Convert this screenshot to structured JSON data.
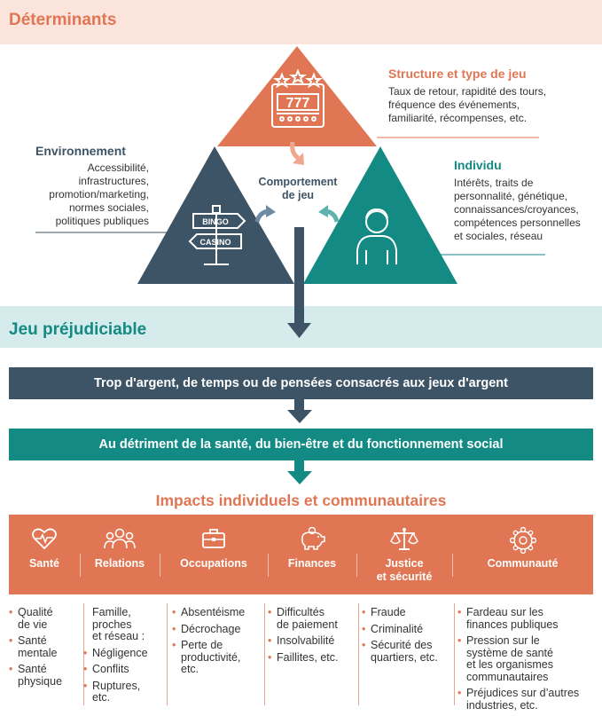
{
  "header": {
    "title": "Déterminants"
  },
  "triangle": {
    "center_label": "Comportement\nde jeu",
    "slot_reels": "777"
  },
  "structure": {
    "title": "Structure et type de jeu",
    "text": "Taux de retour, rapidité des tours,\nfréquence des événements,\nfamiliarité, récompenses, etc."
  },
  "environment": {
    "title": "Environnement",
    "text": "Accessibilité,\ninfrastructures,\npromotion/marketing,\nnormes sociales,\npolitiques publiques",
    "sign_top": "BINGO",
    "sign_bottom": "CASINO"
  },
  "individual": {
    "title": "Individu",
    "text": "Intérêts, traits de\npersonnalité, génétique,\nconnaissances/croyances,\ncompétences personnelles\net sociales, réseau"
  },
  "harmful": {
    "title": "Jeu préjudiciable"
  },
  "bar1": {
    "text": "Trop d'argent, de temps ou de pensées consacrés aux jeux d'argent"
  },
  "bar2": {
    "text": "Au détriment de la santé, du bien-être et du fonctionnement social"
  },
  "impacts": {
    "title": "Impacts individuels et communautaires",
    "categories": [
      {
        "label": "Santé",
        "icon": "heart-pulse-icon"
      },
      {
        "label": "Relations",
        "icon": "people-group-icon"
      },
      {
        "label": "Occupations",
        "icon": "briefcase-icon"
      },
      {
        "label": "Finances",
        "icon": "piggy-bank-icon"
      },
      {
        "label": "Justice\net sécurité",
        "icon": "scales-icon"
      },
      {
        "label": "Communauté",
        "icon": "community-network-icon"
      }
    ],
    "columns": [
      {
        "intro": "",
        "items": [
          "Qualité\nde vie",
          "Santé\nmentale",
          "Santé\nphysique"
        ]
      },
      {
        "intro": "Famille,\nproches\net réseau :",
        "items": [
          "Négligence",
          "Conflits",
          "Ruptures,\netc."
        ]
      },
      {
        "intro": "",
        "items": [
          "Absentéisme",
          "Décrochage",
          "Perte de\nproductivité,\netc."
        ]
      },
      {
        "intro": "",
        "items": [
          "Difficultés\nde paiement",
          "Insolvabilité",
          "Faillites, etc."
        ]
      },
      {
        "intro": "",
        "items": [
          "Fraude",
          "Criminalité",
          "Sécurité des\nquartiers, etc."
        ]
      },
      {
        "intro": "",
        "items": [
          "Fardeau sur les\nfinances publiques",
          "Pression sur le\nsystème de santé\net les organismes\ncommunautaires",
          "Préjudices sur d’autres\nindustries, etc."
        ]
      }
    ]
  },
  "colors": {
    "orange": "#e07653",
    "navy": "#3d5466",
    "teal": "#138a84",
    "header_band": "#fae4dc",
    "mid_band": "#d5ebec"
  }
}
